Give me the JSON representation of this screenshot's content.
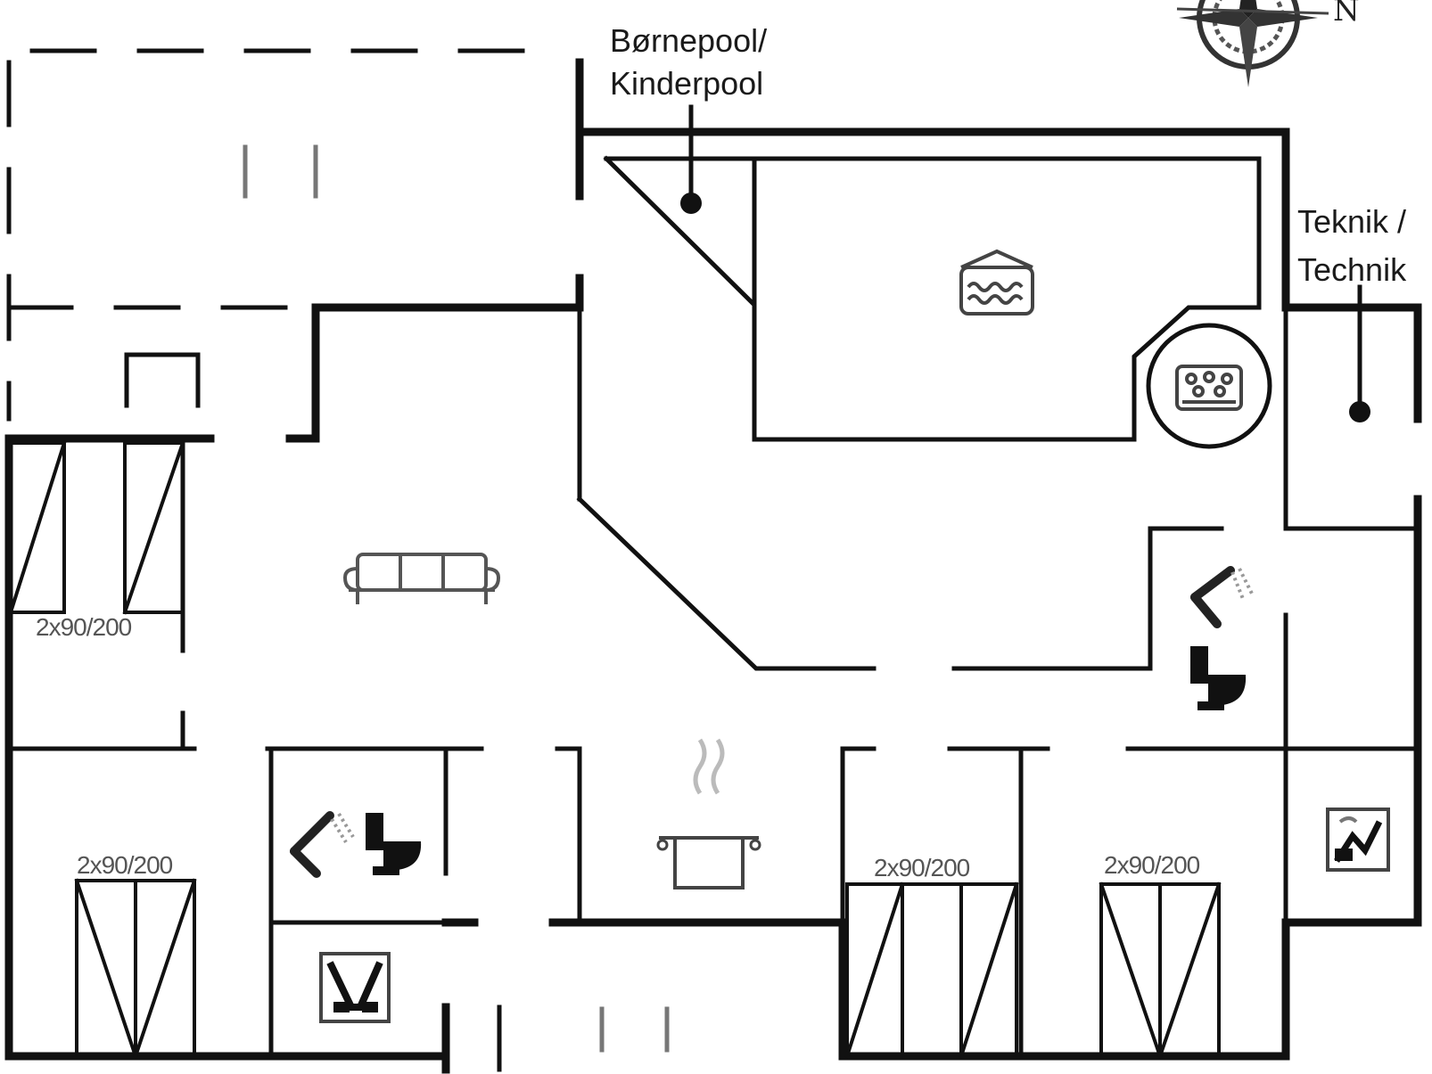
{
  "labels": {
    "pool_line1": "Børnepool/",
    "pool_line2": "Kinderpool",
    "tech_line1": "Teknik /",
    "tech_line2": "Technik",
    "north": "N"
  },
  "beds": {
    "bed_left_top": "2x90/200",
    "bed_left_bottom": "2x90/200",
    "bed_mid_right": "2x90/200",
    "bed_far_right": "2x90/200"
  },
  "icons": [
    "compass-icon",
    "pool-icon",
    "spa-icon",
    "sofa-icon",
    "shower-icon",
    "toilet-icon",
    "cooking-pot-icon",
    "washing-machine-icon",
    "dishwasher-icon"
  ],
  "colors": {
    "wall": "#111111",
    "thin": "#222222",
    "dashed": "#222222",
    "background": "#ffffff"
  }
}
